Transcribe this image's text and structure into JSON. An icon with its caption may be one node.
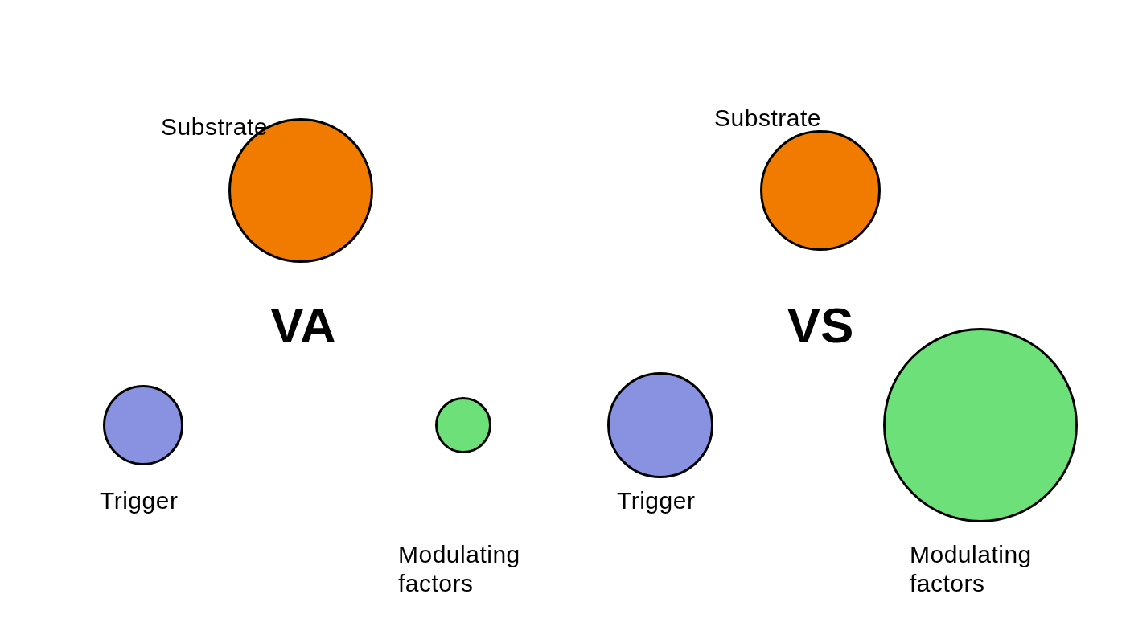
{
  "diagram": {
    "nodes": [
      {
        "text": [
          "Substrate"
        ]
      },
      {
        "text": [
          "Trigger"
        ]
      },
      {
        "text": [
          "Modulating factors"
        ]
      },
      {
        "text": [
          "Substrate"
        ]
      },
      {
        "text": [
          "Trigger"
        ]
      },
      {
        "text": [
          "Modulating factors"
        ]
      }
    ],
    "labels": [
      "VA",
      "VS"
    ]
  }
}
